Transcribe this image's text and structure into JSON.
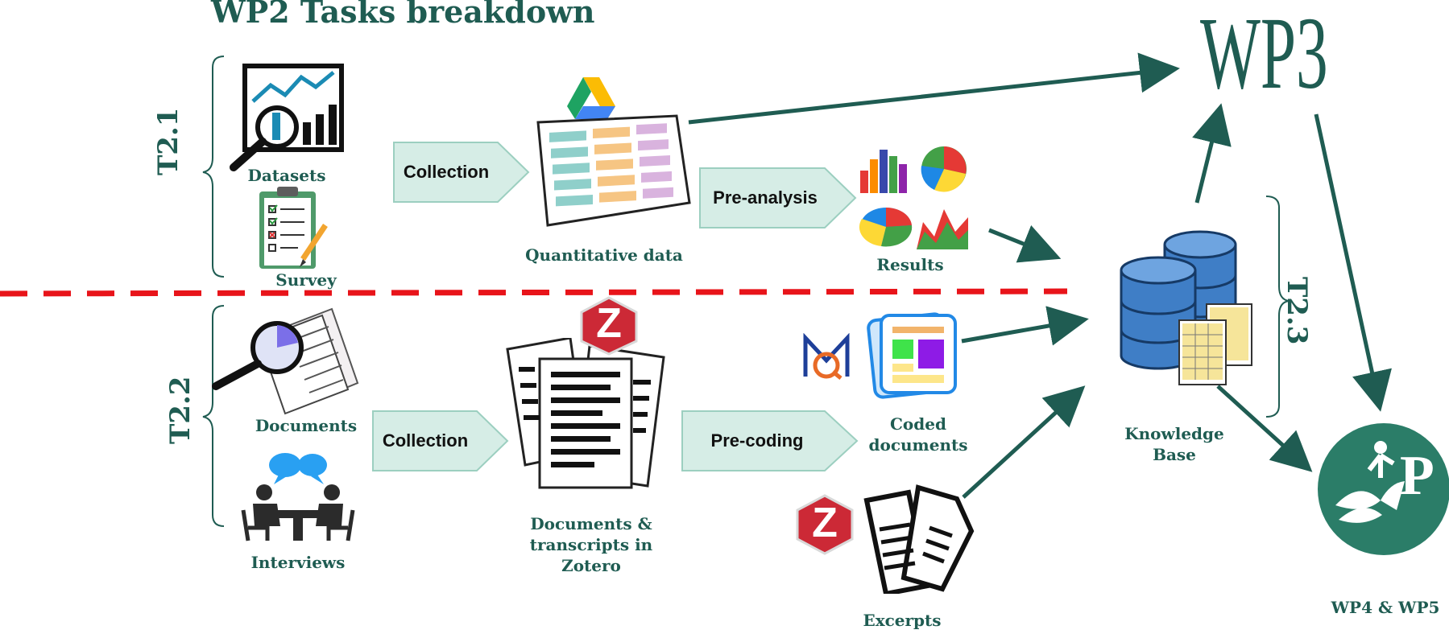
{
  "title": "WP2 Tasks breakdown",
  "tasks": {
    "t21": "T2.1",
    "t22": "T2.2",
    "t23": "T2.3"
  },
  "wp3_label": "WP3",
  "steps": {
    "collection_1": "Collection",
    "pre_analysis": "Pre-analysis",
    "collection_2": "Collection",
    "pre_coding": "Pre-coding"
  },
  "labels": {
    "datasets": "Datasets",
    "survey": "Survey",
    "quantitative_data": "Quantitative data",
    "results": "Results",
    "documents": "Documents",
    "interviews": "Interviews",
    "documents_zotero": [
      "Documents &",
      "transcripts in",
      "Zotero"
    ],
    "coded_documents": [
      "Coded",
      "documents"
    ],
    "excerpts": "Excerpts",
    "knowledge_base": [
      "Knowledge",
      "Base"
    ],
    "wp4_wp5": "WP4 & WP5"
  },
  "logo_letters": {
    "zotero": "Z",
    "maxqda": "M",
    "wp4": "P"
  },
  "colors": {
    "teal": "#1f5c52",
    "step_fill": "#d6ede6",
    "divider": "#e8141a",
    "drive_green": "#1ea362",
    "drive_yellow": "#fbbc04",
    "drive_blue": "#4285f4",
    "zotero_red": "#cc2936",
    "db_blue": "#3f7ec6"
  },
  "icons": [
    "chart-magnifier-icon",
    "clipboard-icon",
    "google-drive-icon",
    "spreadsheet-icon",
    "charts-icon",
    "magnifier-document-icon",
    "meeting-icon",
    "zotero-icon",
    "document-stack-icon",
    "maxqda-icon",
    "coded-document-icon",
    "excerpt-pages-icon",
    "database-icon",
    "wp-logo-icon"
  ]
}
